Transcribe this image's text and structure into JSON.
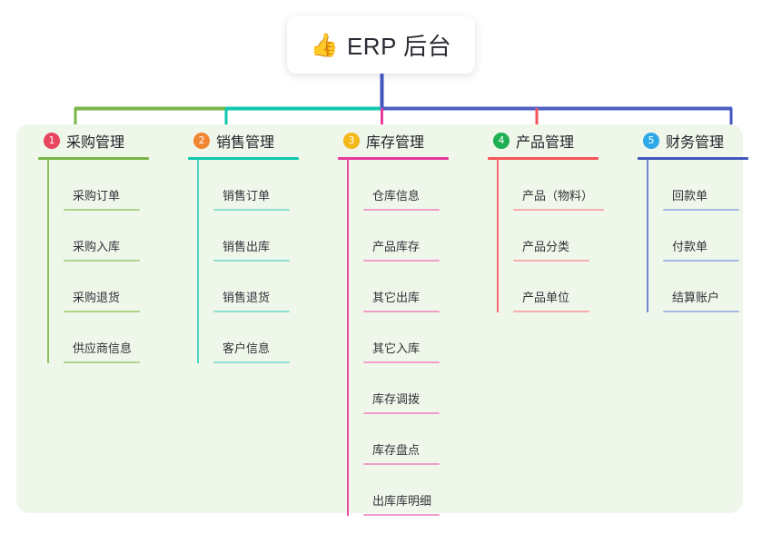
{
  "root": {
    "icon": "thumbs-up-icon",
    "emoji": "👍",
    "title": "ERP 后台"
  },
  "colors": {
    "panel_bg": "#eef7e9",
    "root_stem": "#4356bd",
    "trunk_left": "#0ec7ae",
    "trunk_right": "#4f60c4"
  },
  "columns": [
    {
      "number": "❶",
      "badge_number": "1",
      "badge_color": "#e8455f",
      "title": "采购管理",
      "bar_color": "#7ab648",
      "spine_color": "#8cc162",
      "leaf_color": "#aed48c",
      "items": [
        "采购订单",
        "采购入库",
        "采购退货",
        "供应商信息"
      ]
    },
    {
      "number": "❷",
      "badge_number": "2",
      "badge_color": "#f08532",
      "title": "销售管理",
      "bar_color": "#0ec7ae",
      "spine_color": "#4cd3c0",
      "leaf_color": "#8ee0d4",
      "items": [
        "销售订单",
        "销售出库",
        "销售退货",
        "客户信息"
      ]
    },
    {
      "number": "❸",
      "badge_number": "3",
      "badge_color": "#f4b819",
      "title": "库存管理",
      "bar_color": "#e8389c",
      "spine_color": "#e44b9c",
      "leaf_color": "#f09ec9",
      "items": [
        "仓库信息",
        "产品库存",
        "其它出库",
        "其它入库",
        "库存调拨",
        "库存盘点",
        "出库库明细"
      ]
    },
    {
      "number": "❹",
      "badge_number": "4",
      "badge_color": "#1eaf52",
      "title": "产品管理",
      "bar_color": "#f4555a",
      "spine_color": "#f4696d",
      "leaf_color": "#f8adaf",
      "items": [
        "产品（物料）",
        "产品分类",
        "产品单位"
      ]
    },
    {
      "number": "❺",
      "badge_number": "5",
      "badge_color": "#2fa8e8",
      "title": "财务管理",
      "bar_color": "#4356bd",
      "spine_color": "#7288d4",
      "leaf_color": "#a5b6e4",
      "items": [
        "回款单",
        "付款单",
        "结算账户"
      ]
    }
  ]
}
